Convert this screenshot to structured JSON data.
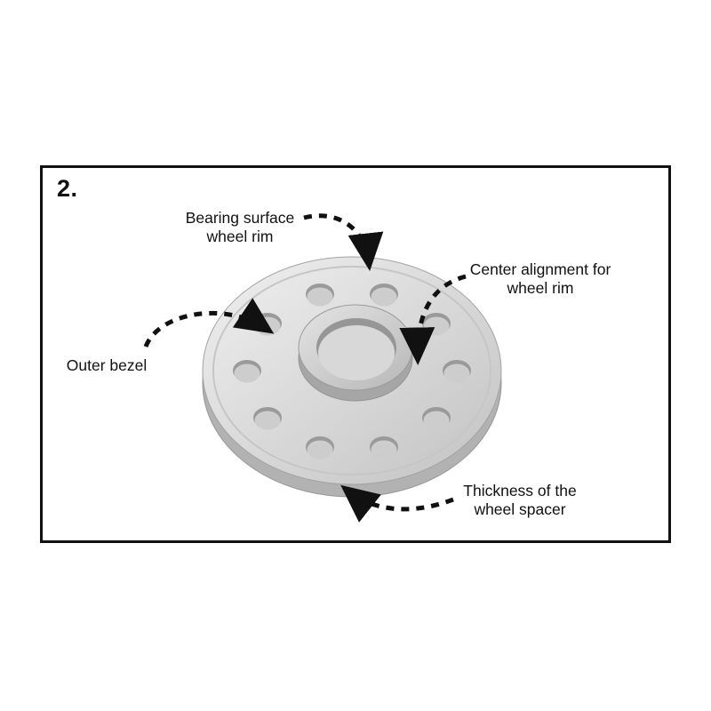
{
  "panel": {
    "step_number": "2."
  },
  "diagram": {
    "labels": {
      "bearing_surface_line1": "Bearing surface",
      "bearing_surface_line2": "wheel rim",
      "center_alignment_line1": "Center alignment for",
      "center_alignment_line2": "wheel rim",
      "outer_bezel": "Outer bezel",
      "thickness_line1": "Thickness of the",
      "thickness_line2": "wheel spacer"
    },
    "colors": {
      "arrow": "#111111",
      "spacer_face_light": "#efefef",
      "spacer_face_dark": "#c3c3c3",
      "spacer_side": "#b2b2b2",
      "hole": "#9a9a9a",
      "border": "#111111"
    }
  }
}
